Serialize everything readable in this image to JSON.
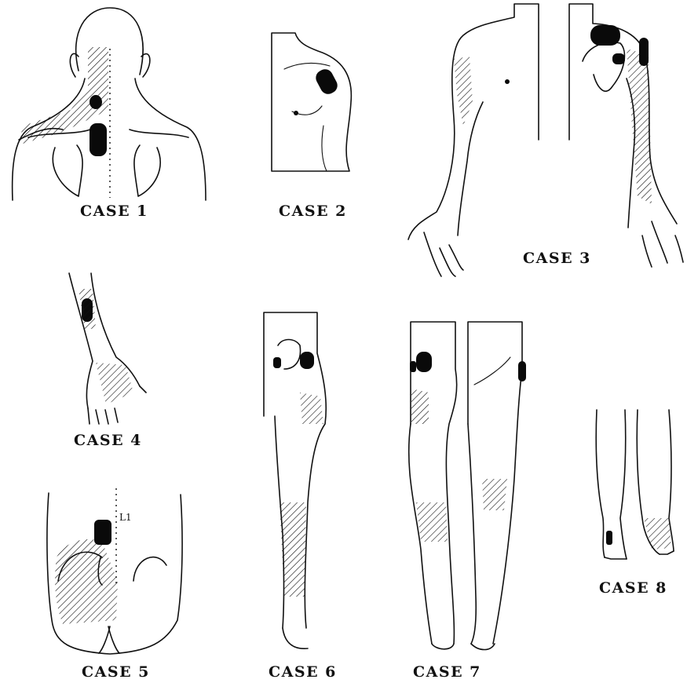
{
  "cases": [
    {
      "id": "case-1",
      "label": "CASE 1"
    },
    {
      "id": "case-2",
      "label": "CASE 2"
    },
    {
      "id": "case-3",
      "label": "CASE 3"
    },
    {
      "id": "case-4",
      "label": "CASE 4"
    },
    {
      "id": "case-5",
      "label": "CASE 5"
    },
    {
      "id": "case-6",
      "label": "CASE 6"
    },
    {
      "id": "case-7",
      "label": "CASE 7"
    },
    {
      "id": "case-8",
      "label": "CASE 8"
    }
  ],
  "annotations": {
    "case5_vertebra": "L1"
  },
  "colors": {
    "ink": "#111111",
    "trigger_point": "#0a0a0a",
    "background": "#ffffff"
  }
}
